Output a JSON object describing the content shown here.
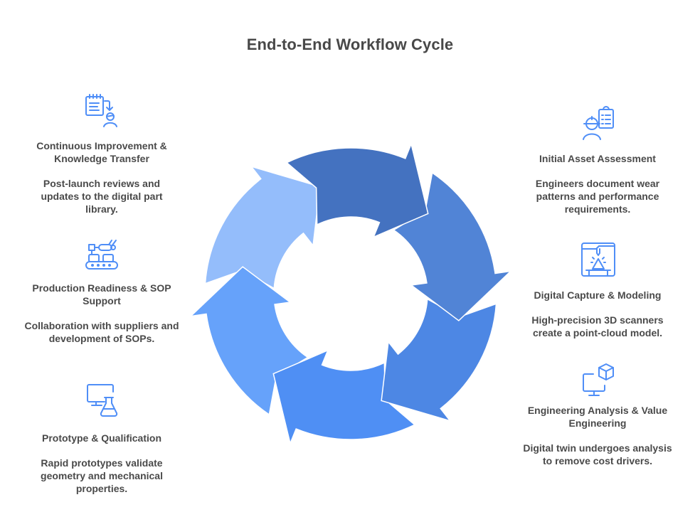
{
  "title": "End-to-End Workflow Cycle",
  "colors": {
    "icon": "#4f8ef7",
    "text": "#4a4a4a",
    "segments": [
      "#4472c0",
      "#5184d6",
      "#4d87e4",
      "#4f8ff4",
      "#66a2fa",
      "#94bdfb"
    ]
  },
  "steps": [
    {
      "icon": "engineer-clipboard-icon",
      "label": "Initial Asset Assessment",
      "desc": "Engineers document wear patterns and performance requirements."
    },
    {
      "icon": "3d-printer-scanner-icon",
      "label": "Digital Capture & Modeling",
      "desc": "High-precision 3D scanners create a point-cloud model."
    },
    {
      "icon": "monitor-cube-icon",
      "label": "Engineering Analysis & Value Engineering",
      "desc": "Digital twin undergoes analysis to remove cost drivers."
    },
    {
      "icon": "monitor-flask-icon",
      "label": "Prototype & Qualification",
      "desc": "Rapid prototypes validate geometry and mechanical properties."
    },
    {
      "icon": "robot-arm-conveyor-icon",
      "label": "Production Readiness & SOP Support",
      "desc": "Collaboration with suppliers and development of SOPs."
    },
    {
      "icon": "checklist-person-icon",
      "label": "Continuous Improvement & Knowledge Transfer",
      "desc": "Post-launch reviews and updates to the digital part library."
    }
  ]
}
